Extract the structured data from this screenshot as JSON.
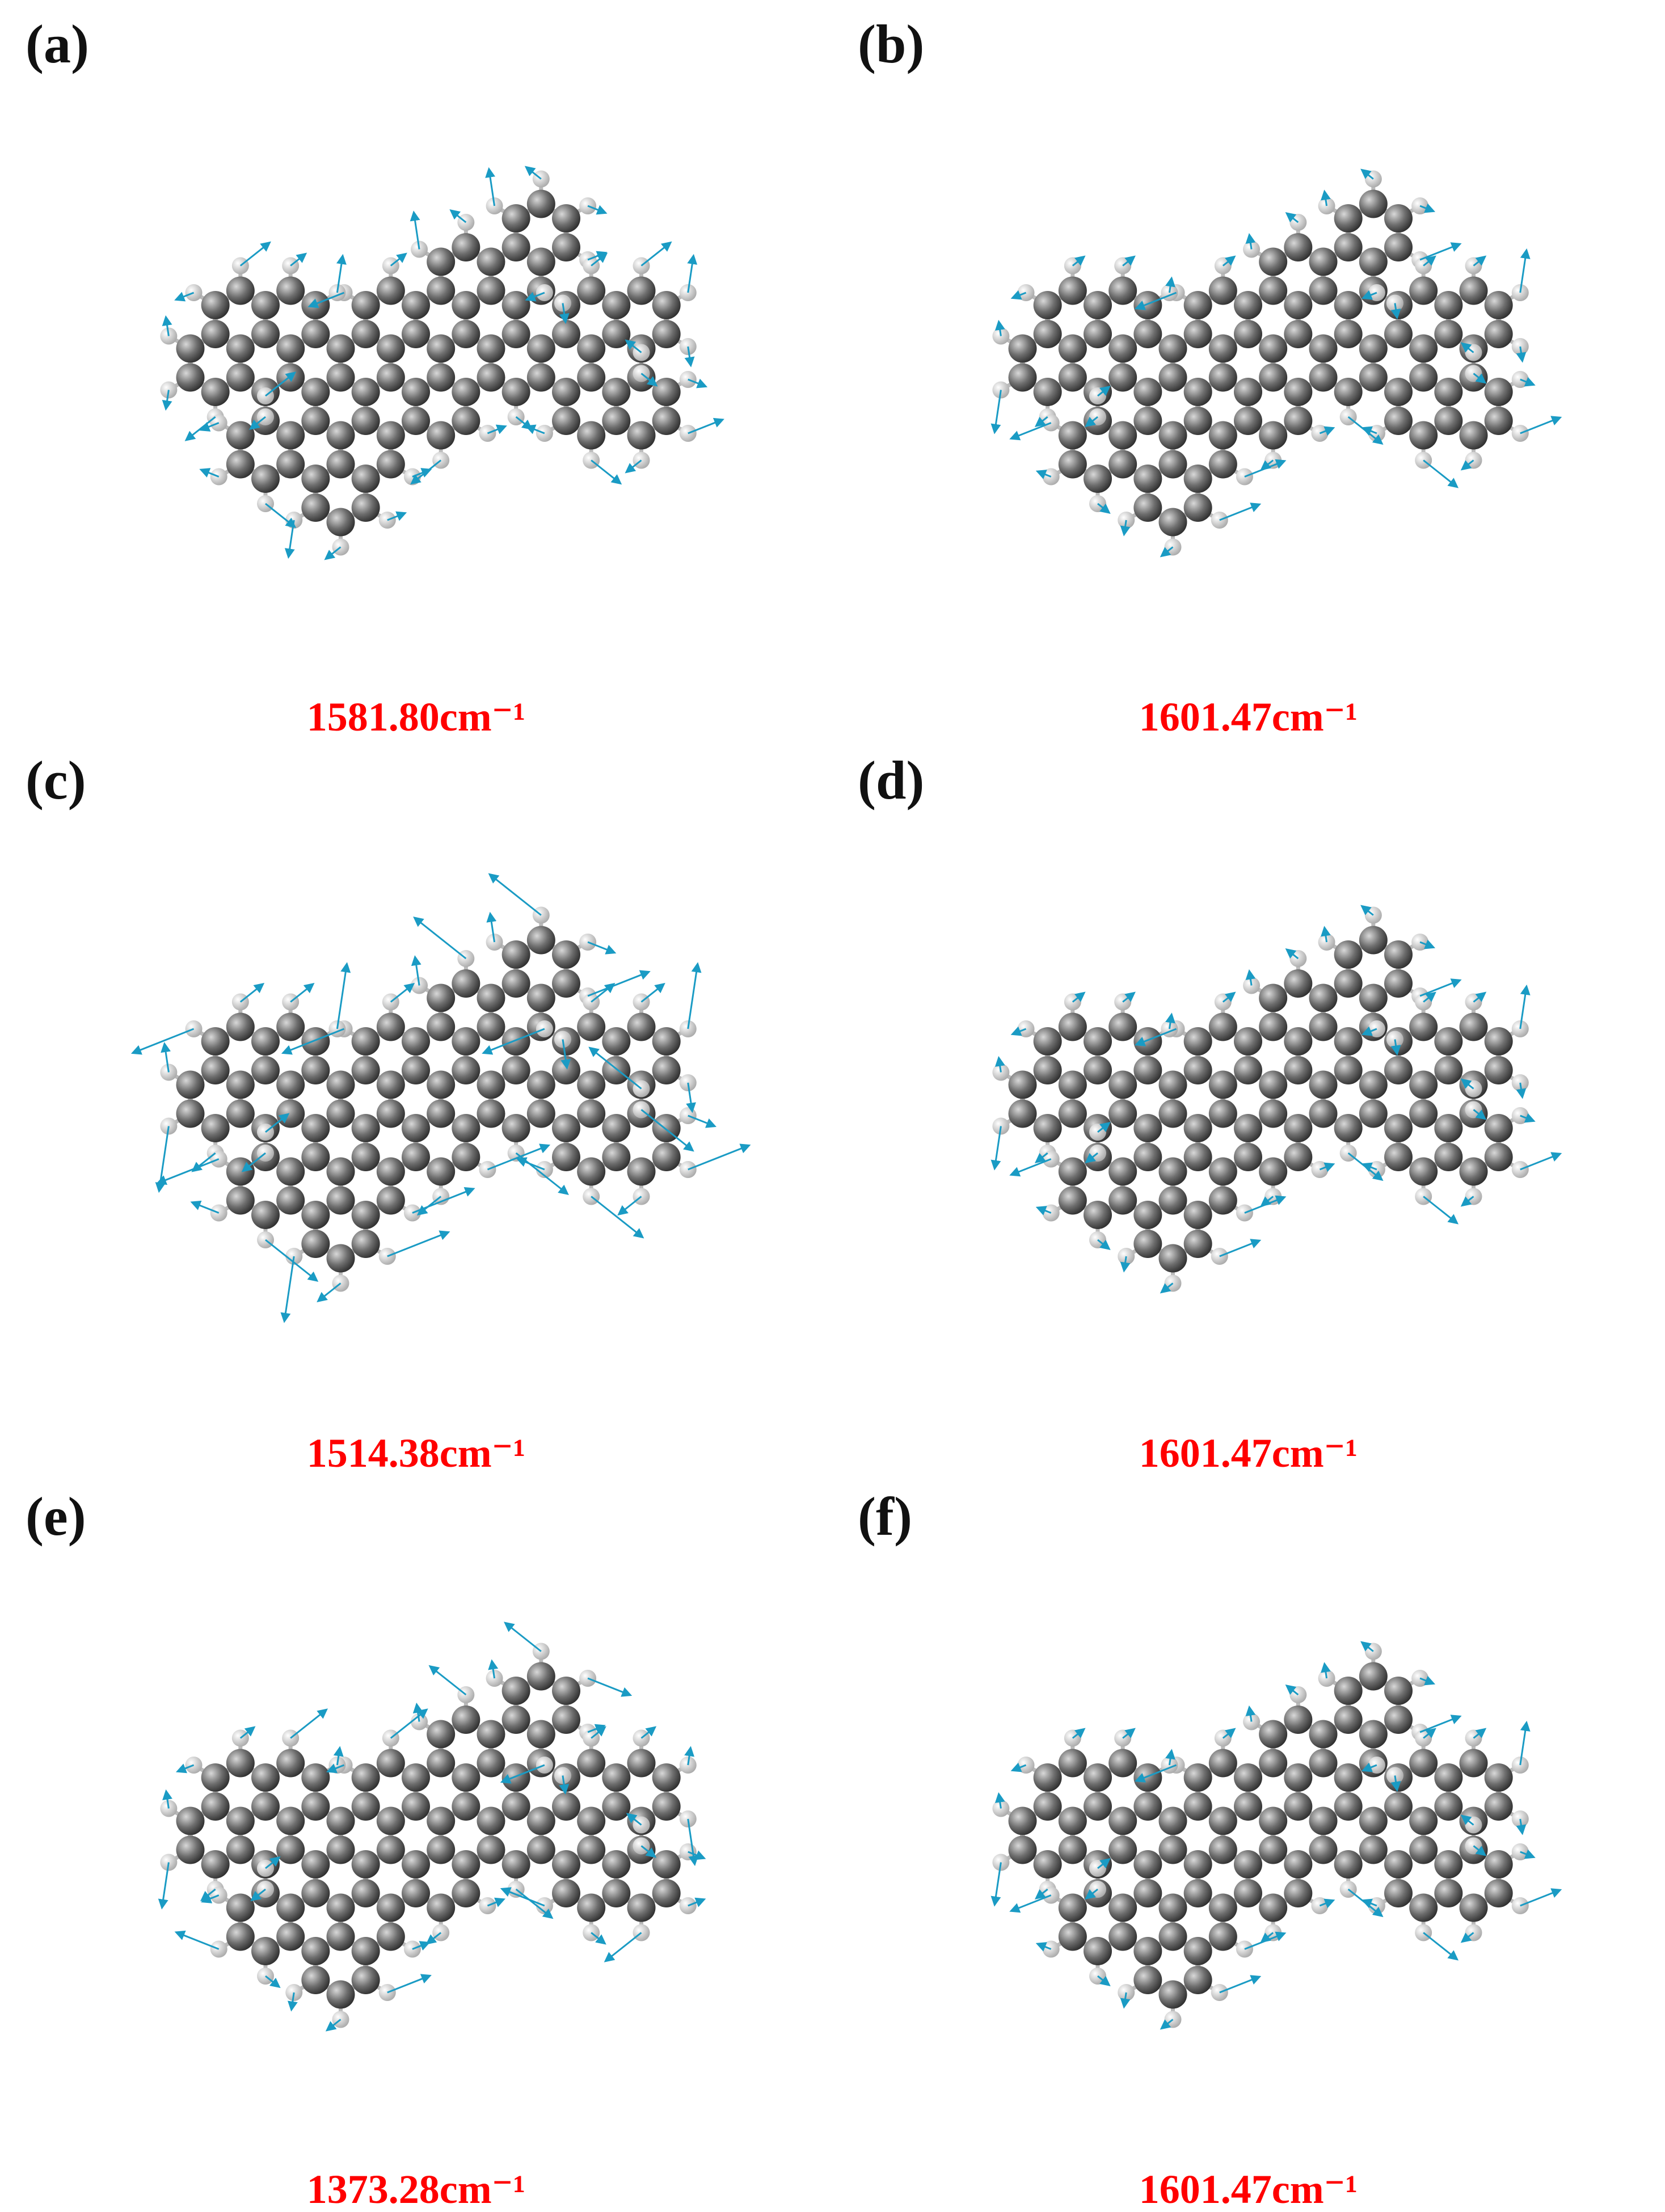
{
  "colors": {
    "carbon": "#6e6e6e",
    "hydrogen": "#e6e6e6",
    "vector": "#1a9bc4",
    "label": "#ff0000",
    "bond": "#b9b9b9"
  },
  "panels": [
    {
      "id": "a",
      "letter": "(a)",
      "frequency": "1581.80cm⁻¹",
      "mode": "a",
      "label_pos": "below"
    },
    {
      "id": "b",
      "letter": "(b)",
      "frequency": "1601.47cm⁻¹",
      "mode": "b",
      "label_pos": "below"
    },
    {
      "id": "c",
      "letter": "(c)",
      "frequency": "1514.38cm⁻¹",
      "mode": "c",
      "label_pos": "below"
    },
    {
      "id": "d",
      "letter": "(d)",
      "frequency": "1601.47cm⁻¹",
      "mode": "b",
      "label_pos": "below"
    },
    {
      "id": "e",
      "letter": "(e)",
      "frequency": "1373.28cm⁻¹",
      "mode": "e",
      "label_pos": "below"
    },
    {
      "id": "f",
      "letter": "(f)",
      "frequency": "1601.47cm⁻¹",
      "mode": "b",
      "label_pos": "below"
    }
  ]
}
